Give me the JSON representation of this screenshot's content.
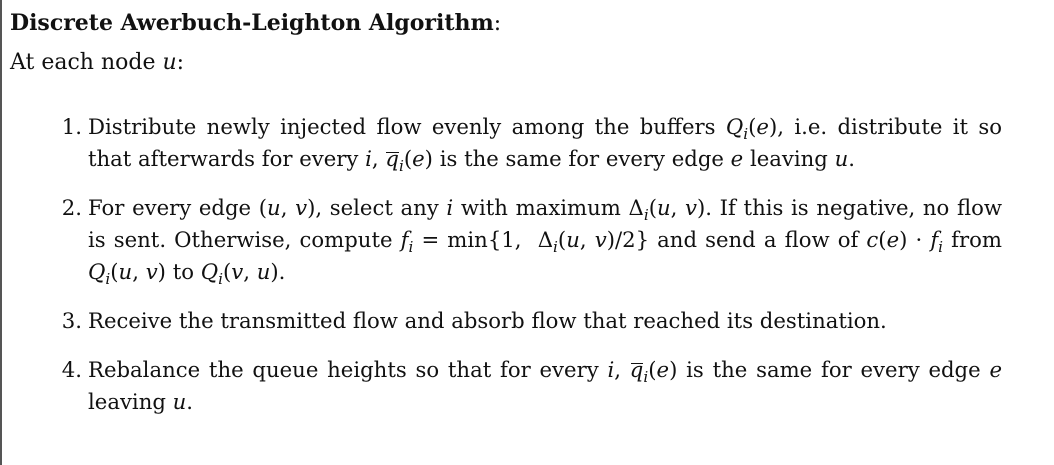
{
  "algorithm": {
    "title": "Discrete Awerbuch-Leighton Algorithm",
    "title_colon": ":",
    "intro": "At each node ",
    "intro_var": "u",
    "intro_colon": ":"
  },
  "steps": [
    {
      "number": "1.",
      "parts": [
        "Distribute newly injected flow evenly among the buffers ",
        ", i.e. distribute it so that afterwards for every ",
        ", ",
        " is the same for every edge ",
        " leaving ",
        "."
      ]
    },
    {
      "number": "2.",
      "parts": [
        "For every edge ",
        ", select any ",
        " with maximum ",
        ". If this is negative, no flow is sent. Otherwise, compute ",
        " and send a flow of ",
        " from ",
        " to ",
        "."
      ]
    },
    {
      "number": "3.",
      "text": "Receive the transmitted flow and absorb flow that reached its destination."
    },
    {
      "number": "4.",
      "parts": [
        "Rebalance the queue heights so that for every ",
        ", ",
        " is the same for every edge ",
        " leaving ",
        "."
      ]
    }
  ]
}
